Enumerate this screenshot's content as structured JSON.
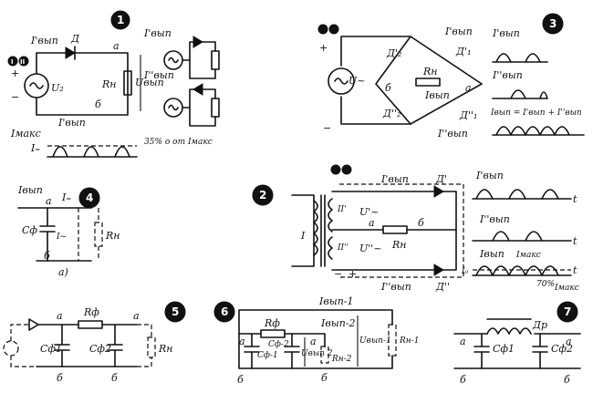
{
  "panels": {
    "p1": {
      "number": "1",
      "marks": [
        "I",
        "II"
      ],
      "sign_plus": "+",
      "sign_minus": "−",
      "i_out1": "I'вып",
      "i_out2": "I''вып",
      "diode": "Д",
      "node_a": "а",
      "node_b": "б",
      "source_u": "U₂",
      "load": "Rн",
      "out_u": "Uвып",
      "i_max": "Iмакс",
      "i_dc": "I₌",
      "ripple_note": "35% о от Iмакс",
      "side_i1": "I'вып",
      "side_i2": "I''вып"
    },
    "p2": {
      "number": "2",
      "marks": [
        "I",
        "II"
      ],
      "primary": "I",
      "sec1": "II'",
      "sec2": "II''",
      "u1": "U'~",
      "u2": "U''~",
      "i_out1": "I'вып",
      "i_out2": "I''вып",
      "d1": "Д'",
      "d2": "Д''",
      "node_a": "а",
      "node_b": "б",
      "load": "Rн",
      "plus": "+",
      "minus": "−",
      "g1": "I'вып",
      "g2": "I''вып",
      "g3": "Iвып",
      "g3_max": "Iмакс",
      "t": "t",
      "i0": "I₀",
      "pct": "70%",
      "i_max2": "Iмакс"
    },
    "p3": {
      "number": "3",
      "marks": [
        "I",
        "II"
      ],
      "u": "U~",
      "d2p": "Д'₂",
      "d2pp": "Д''₂",
      "d1p": "Д'₁",
      "d1pp": "Д''₁",
      "i_out1": "I'вып",
      "i_out2": "I''вып",
      "i_out": "Iвып",
      "load": "Rн",
      "node_a": "а",
      "node_b": "б",
      "plus": "+",
      "minus": "−",
      "g1": "I'вып",
      "g2": "I''вып",
      "g3": "Iвып = I'вып + I''вып"
    },
    "p4": {
      "number": "4",
      "i_out": "Iвып",
      "i_dc": "I₌",
      "node_a": "а",
      "node_b": "б",
      "cap": "Cф",
      "i_ac": "I~",
      "load": "Rн",
      "sub": "а)"
    },
    "p5": {
      "number": "5",
      "node_a": "а",
      "node_b": "б",
      "res": "Rф",
      "c1": "Cф1",
      "c2": "Cф2",
      "load": "Rн"
    },
    "p6": {
      "number": "6",
      "i_out1": "Iвып-1",
      "i_out2": "Iвып-2",
      "res": "Rф",
      "node_a": "а",
      "node_b": "б",
      "c2": "Cф-2",
      "c1": "Cф-1",
      "u_out2": "Uвып 2",
      "u_out1": "Uвып-1",
      "load2": "Rн-2",
      "load1": "Rн-1"
    },
    "p7": {
      "number": "7",
      "choke": "Др",
      "node_a": "а",
      "node_b": "б",
      "c1": "Cф1",
      "c2": "Cф2"
    }
  }
}
